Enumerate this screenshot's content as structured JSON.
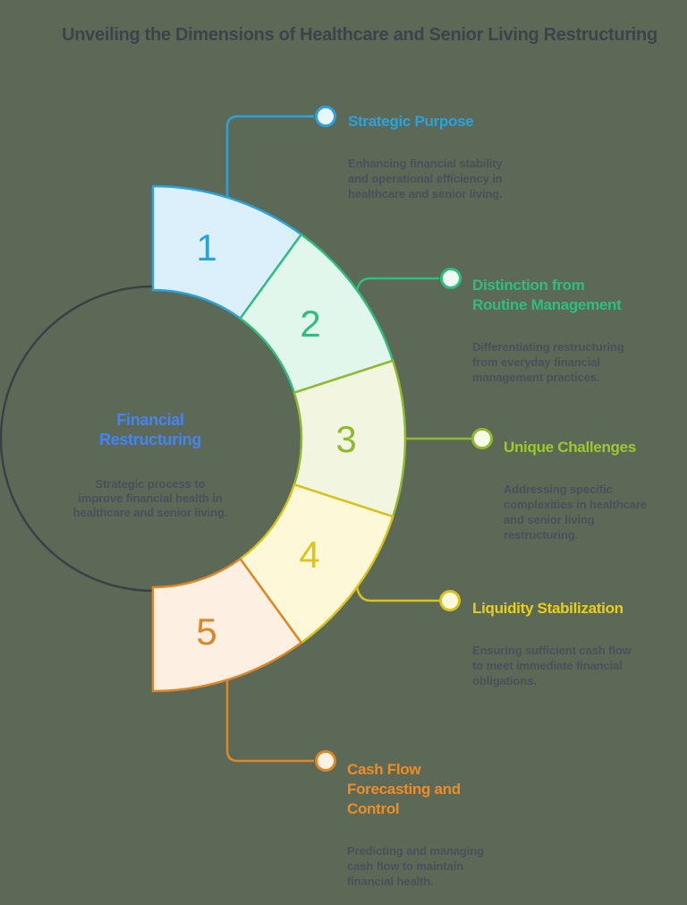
{
  "background_color": "#5d6957",
  "title": {
    "text": "Unveiling the Dimensions of Healthcare and Senior Living Restructuring",
    "color": "#3c4349"
  },
  "center": {
    "title": "Financial\nRestructuring",
    "title_color": "#4285f4",
    "description": "Strategic process to\nimprove financial health in\nhealthcare and senior living.",
    "description_color": "#49505a"
  },
  "segments": [
    {
      "number": "1",
      "label": "Strategic Purpose",
      "description": "Enhancing financial stability\nand operational efficiency in\nhealthcare and senior living.",
      "color": "#2aa3dc",
      "fill": "#dcf0fb",
      "heading_color": "#29a3dd",
      "dot_fill": "#e9f6fd"
    },
    {
      "number": "2",
      "label": "Distinction from\nRoutine Management",
      "description": "Differentiating restructuring\nfrom everyday financial\nmanagement practices.",
      "color": "#2fbd81",
      "fill": "#e2f7ec",
      "heading_color": "#2fbd81",
      "dot_fill": "#eefaf3"
    },
    {
      "number": "3",
      "label": "Unique Challenges",
      "description": "Addressing specific\ncomplexities in healthcare\nand senior living\nrestructuring.",
      "color": "#90ba2d",
      "fill": "#f2f6e1",
      "heading_color": "#9cc92f",
      "dot_fill": "#f8fbe8"
    },
    {
      "number": "4",
      "label": "Liquidity Stabilization",
      "description": "Ensuring sufficient cash flow\nto meet immediate financial\nobligations.",
      "color": "#d9c31a",
      "fill": "#fcf8d8",
      "heading_color": "#e9d013",
      "dot_fill": "#fcf8dd"
    },
    {
      "number": "5",
      "label": "Cash Flow\nForecasting and\nControl",
      "description": "Predicting and managing\ncash flow to maintain\nfinancial health.",
      "color": "#df8728",
      "fill": "#fdefe2",
      "heading_color": "#f08c24",
      "dot_fill": "#fdf2e4"
    }
  ]
}
